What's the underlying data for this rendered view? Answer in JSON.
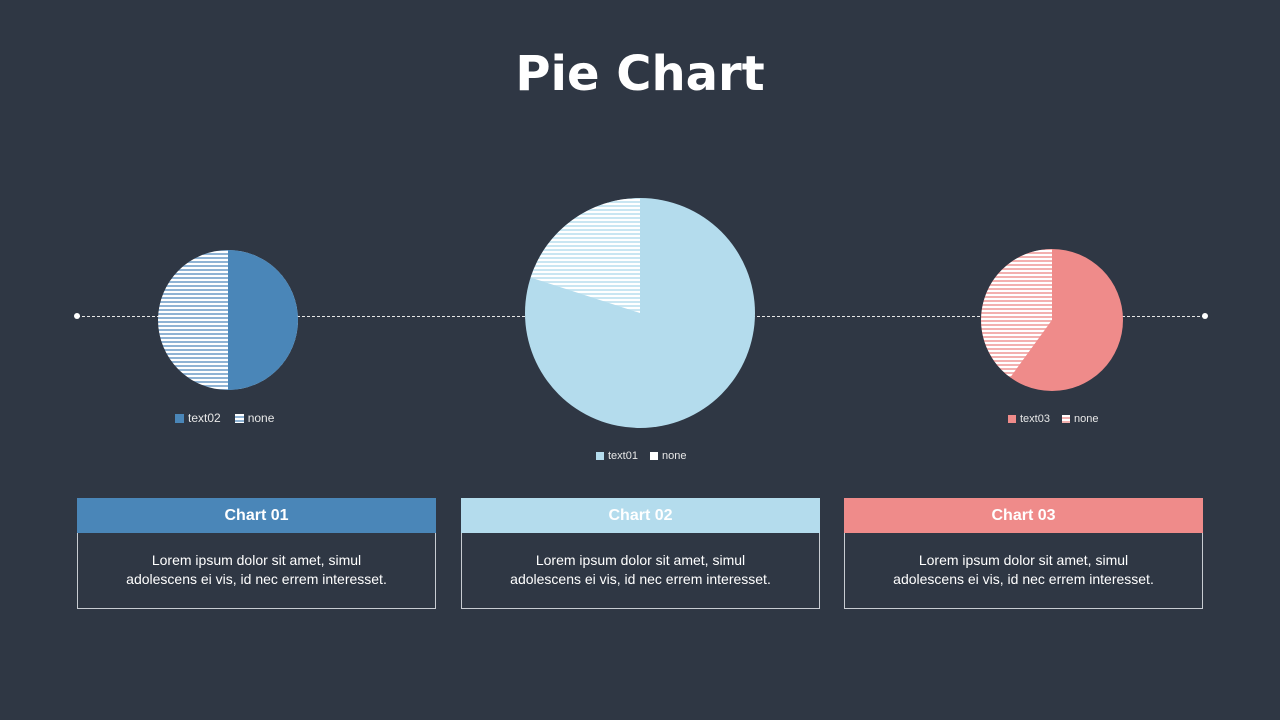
{
  "title": "Pie Chart",
  "chart_data": [
    {
      "type": "pie",
      "title": "Chart 01",
      "labels": [
        "text02",
        "none"
      ],
      "values": [
        50,
        50
      ],
      "colors": [
        "#4a86b8",
        "hatched"
      ]
    },
    {
      "type": "pie",
      "title": "Chart 02",
      "labels": [
        "text01",
        "none"
      ],
      "values": [
        80,
        20
      ],
      "colors": [
        "#b4dced",
        "hatched"
      ]
    },
    {
      "type": "pie",
      "title": "Chart 03",
      "labels": [
        "text03",
        "none"
      ],
      "values": [
        60,
        40
      ],
      "colors": [
        "#ef8b8a",
        "hatched"
      ]
    }
  ],
  "legends": [
    {
      "series": "text02",
      "other": "none"
    },
    {
      "series": "text01",
      "other": "none"
    },
    {
      "series": "text03",
      "other": "none"
    }
  ],
  "cards": [
    {
      "title": "Chart 01",
      "line1": "Lorem  ipsum dolor  sit amet,  simul",
      "line2": "adolescens ei vis, id nec errem  interesset.",
      "color": "#4a86b8"
    },
    {
      "title": "Chart 02",
      "line1": "Lorem  ipsum dolor  sit amet,  simul",
      "line2": "adolescens ei vis, id nec errem  interesset.",
      "color": "#b4dced"
    },
    {
      "title": "Chart 03",
      "line1": "Lorem  ipsum dolor  sit amet,  simul",
      "line2": "adolescens ei vis, id nec errem  interesset.",
      "color": "#ef8b8a"
    }
  ]
}
